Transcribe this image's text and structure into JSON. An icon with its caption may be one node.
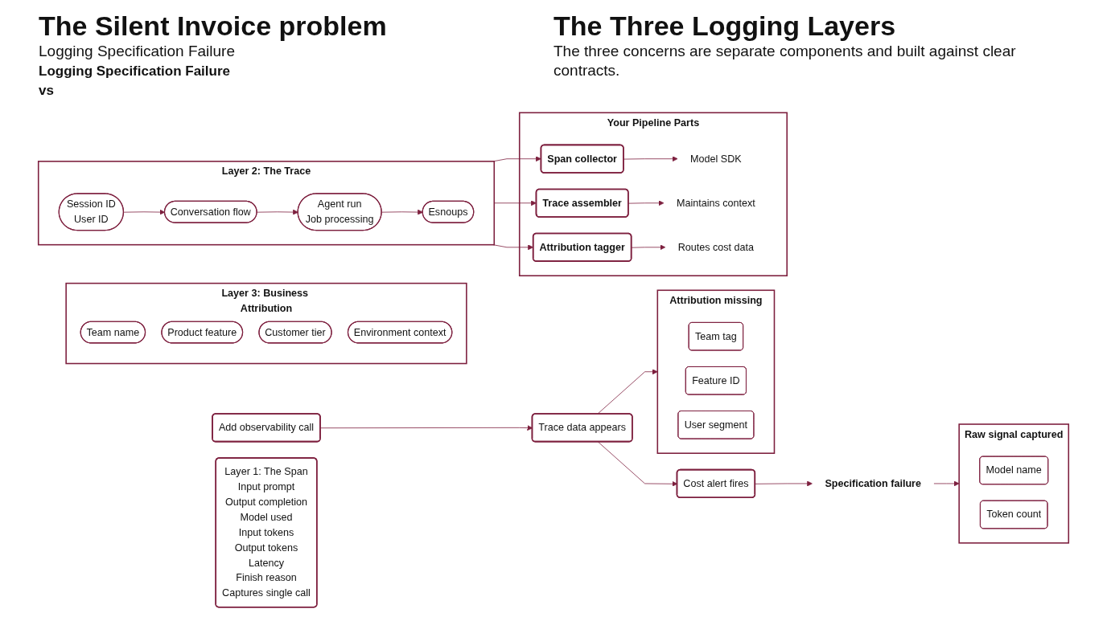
{
  "diagram": {
    "title": "The Silent Invoice problem",
    "nodes": [
      {
        "text": [
          "Add observability call"
        ]
      },
      {
        "text": [
          "Trace data appears"
        ]
      },
      {
        "text": [
          "Cost alert fires"
        ]
      },
      {
        "text": [
          "Attribution missing"
        ]
      },
      {
        "text": [
          "Team tag"
        ],
        "in": 3
      },
      {
        "text": [
          "Feature ID"
        ],
        "in": 3
      },
      {
        "text": [
          "User segment"
        ],
        "in": 3
      },
      {
        "text": [
          "Raw signal captured"
        ]
      },
      {
        "text": [
          "Model name"
        ],
        "in": 7
      },
      {
        "text": [
          "Token count"
        ],
        "in": 7
      },
      {
        "text": [
          "Specification failure"
        ]
      },
      {
        "text": [
          "Layer 3: Business Attribution"
        ]
      },
      {
        "text": [
          "Team name"
        ],
        "in": 11
      },
      {
        "text": [
          "Product feature"
        ],
        "in": 11
      },
      {
        "text": [
          "Customer tier"
        ],
        "in": 11
      },
      {
        "text": [
          "Environment context"
        ],
        "in": 11
      },
      {
        "text": [
          "Layer 2: The Trace"
        ]
      },
      {
        "text": [
          "Session ID",
          "User ID"
        ],
        "in": 16
      },
      {
        "text": [
          "Conversation flow"
        ],
        "in": 16
      },
      {
        "text": [
          "Agent run",
          "Job processing"
        ],
        "in": 16
      },
      {
        "text": [
          "Esnoups"
        ],
        "in": 16
      },
      {
        "text": [
          "Layer 1: The Span",
          "Input prompt",
          "Output completion",
          "Model used",
          "Input tokens",
          "Output tokens",
          "Latency",
          "Finish reason",
          "Captures single call"
        ]
      },
      {
        "text": [
          "Your Pipeline Parts"
        ]
      },
      {
        "text": [
          "Span collector"
        ],
        "in": 22
      },
      {
        "text": [
          "Model SDK"
        ],
        "in": 22
      },
      {
        "text": [
          "Trace assembler"
        ],
        "in": 22
      },
      {
        "text": [
          "Maintains context"
        ],
        "in": 22
      },
      {
        "text": [
          "Attribution tagger"
        ],
        "in": 22
      },
      {
        "text": [
          "Routes cost data"
        ],
        "in": 22
      }
    ],
    "edges": [
      {
        "from": 0,
        "to": 1,
        "arrow": "to"
      },
      {
        "from": 1,
        "to": 2,
        "arrow": "to"
      },
      {
        "from": 1,
        "to": 3,
        "arrow": "to"
      },
      {
        "from": 2,
        "to": 10,
        "arrow": "to"
      },
      {
        "from": 10,
        "to": 7,
        "arrow": "to"
      },
      {
        "from": 17,
        "to": 18,
        "arrow": "to"
      },
      {
        "from": 18,
        "to": 19,
        "arrow": "to"
      },
      {
        "from": 19,
        "to": 20,
        "arrow": "to"
      },
      {
        "from": 16,
        "to": 23,
        "arrow": "to"
      },
      {
        "from": 16,
        "to": 25,
        "arrow": "to"
      },
      {
        "from": 16,
        "to": 27,
        "arrow": "to"
      },
      {
        "from": 23,
        "to": 24,
        "arrow": "to"
      },
      {
        "from": 25,
        "to": 26,
        "arrow": "to"
      },
      {
        "from": 27,
        "to": 28,
        "arrow": "to"
      }
    ],
    "labels": [
      "Logging Specification Failure",
      "Logging Specification Failure",
      "vs",
      "The Three Logging Layers",
      "The three concerns are separate components and built against clear contracts."
    ]
  }
}
